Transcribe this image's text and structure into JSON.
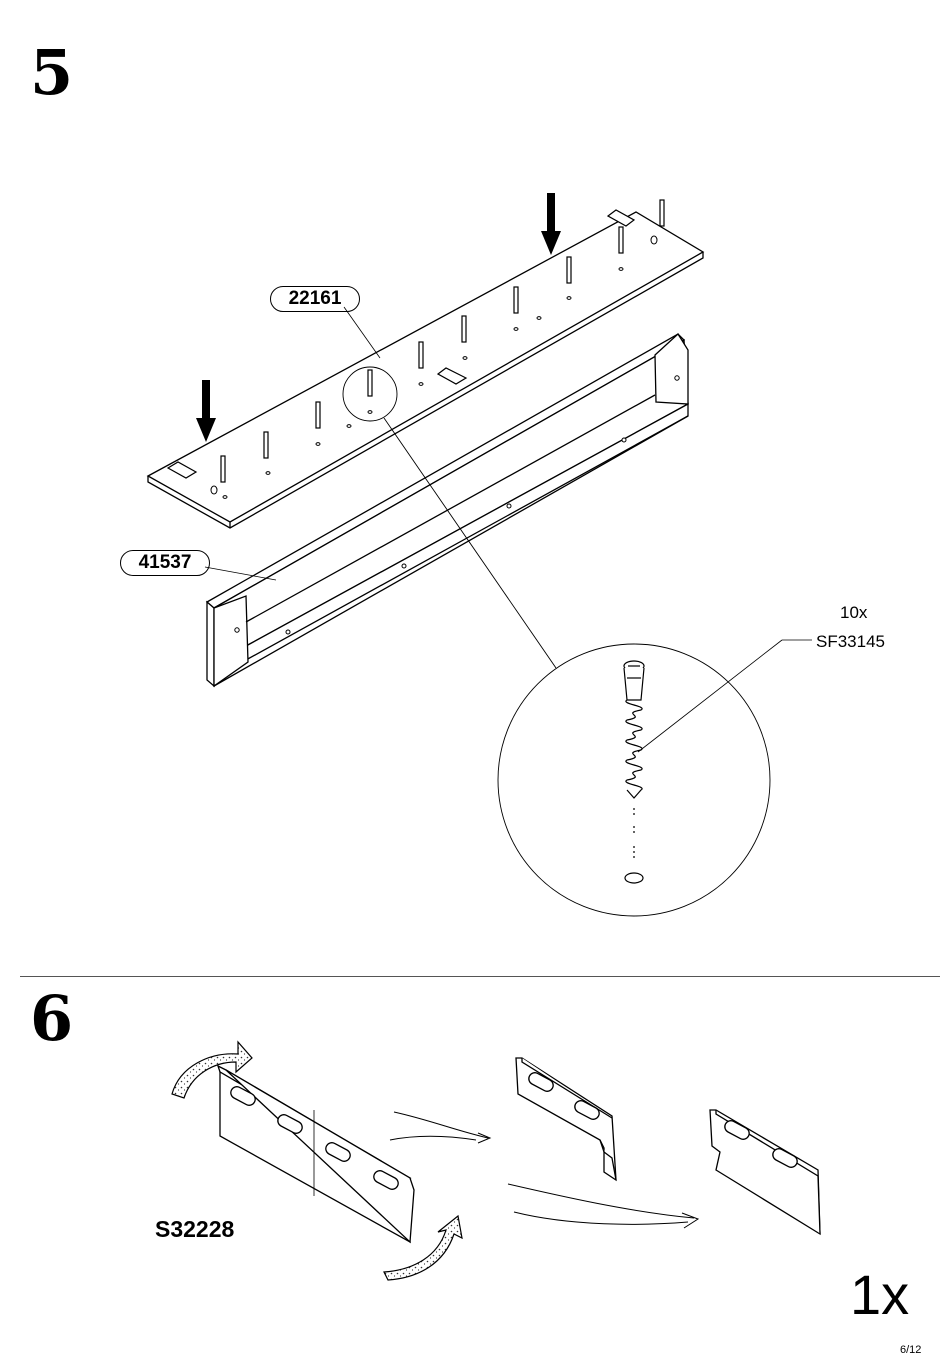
{
  "steps": [
    {
      "number": "5",
      "parts": {
        "top_panel": "22161",
        "frame": "41537"
      },
      "fastener": {
        "quantity": "10x",
        "code": "SF33145"
      }
    },
    {
      "number": "6",
      "part_code": "S32228",
      "quantity": "1x"
    }
  ],
  "footer": {
    "page": "6/12"
  }
}
